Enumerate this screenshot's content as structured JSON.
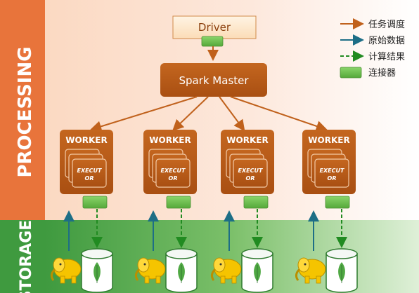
{
  "sidebar": {
    "processing_label": "PROCESSING",
    "storage_label": "STORAGE"
  },
  "driver": {
    "label": "Driver"
  },
  "master": {
    "label": "Spark Master"
  },
  "workers": [
    {
      "label": "WORKER",
      "executor_label_1": "EXECUT",
      "executor_label_2": "OR"
    },
    {
      "label": "WORKER",
      "executor_label_1": "EXECUT",
      "executor_label_2": "OR"
    },
    {
      "label": "WORKER",
      "executor_label_1": "EXECUT",
      "executor_label_2": "OR"
    },
    {
      "label": "WORKER",
      "executor_label_1": "EXECUT",
      "executor_label_2": "OR"
    }
  ],
  "legend": {
    "task_schedule": "任务调度",
    "raw_data": "原始数据",
    "compute_result": "计算结果",
    "connector": "连接器"
  },
  "colors": {
    "processing_bar": "#e8743b",
    "storage_bar": "#3f9a3f",
    "node_brown": "#b85a17",
    "connector_green": "#6cc04a",
    "task_arrow": "#c0611c",
    "raw_data_arrow": "#1d6e86",
    "result_arrow": "#218b21"
  }
}
